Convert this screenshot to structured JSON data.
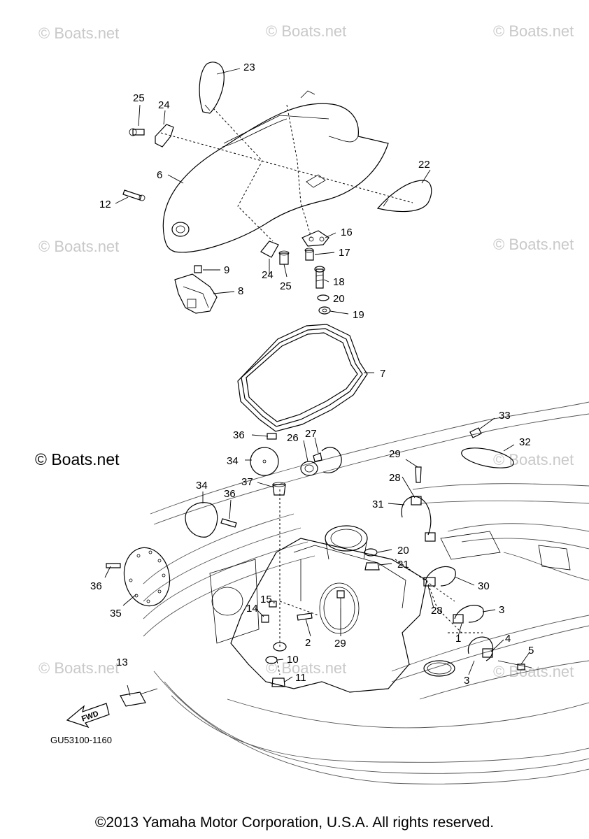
{
  "watermark": {
    "text": "© Boats.net",
    "dark_text": "© Boats.net"
  },
  "diagram_code": "GU53100-1160",
  "fwd_label": "FWD",
  "copyright": "©2013 Yamaha Motor Corporation, U.S.A. All rights reserved.",
  "callouts": {
    "c1": "1",
    "c2": "2",
    "c3a": "3",
    "c3b": "3",
    "c4": "4",
    "c5": "5",
    "c6": "6",
    "c7": "7",
    "c8": "8",
    "c9": "9",
    "c10": "10",
    "c11": "11",
    "c12": "12",
    "c13": "13",
    "c14": "14",
    "c15": "15",
    "c16": "16",
    "c17": "17",
    "c18": "18",
    "c19": "19",
    "c20a": "20",
    "c20b": "20",
    "c21": "21",
    "c22": "22",
    "c23": "23",
    "c24a": "24",
    "c24b": "24",
    "c25a": "25",
    "c25b": "25",
    "c26": "26",
    "c27": "27",
    "c28a": "28",
    "c28b": "28",
    "c29a": "29",
    "c29b": "29",
    "c30": "30",
    "c31": "31",
    "c32": "32",
    "c33": "33",
    "c34a": "34",
    "c34b": "34",
    "c35": "35",
    "c36a": "36",
    "c36b": "36",
    "c36c": "36",
    "c37": "37"
  }
}
